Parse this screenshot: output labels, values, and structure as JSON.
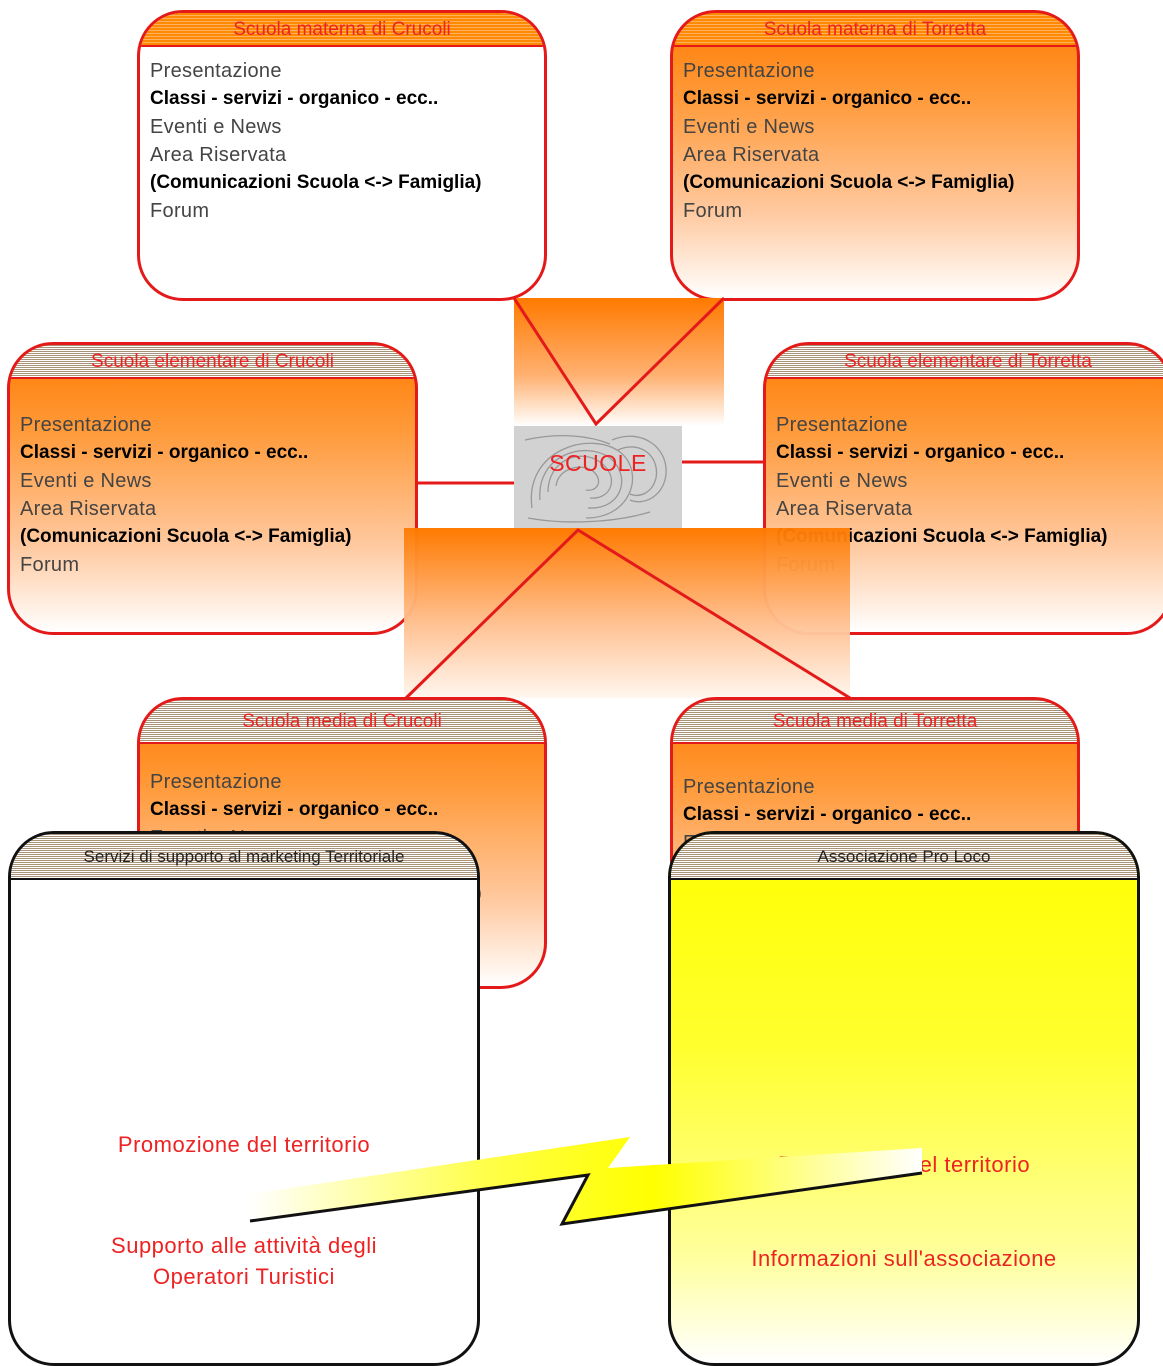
{
  "hub": {
    "label": "SCUOLE"
  },
  "school_items": {
    "presentazione": "Presentazione",
    "classi": "Classi - servizi - organico - ecc..",
    "eventi": "Eventi e News",
    "area": "Area Riservata",
    "comunicazioni": "(Comunicazioni Scuola <-> Famiglia)",
    "forum": "Forum"
  },
  "schools": {
    "materna_crucoli": {
      "title": "Scuola materna di Crucoli"
    },
    "materna_torretta": {
      "title": "Scuola materna di Torretta"
    },
    "elementare_crucoli": {
      "title": "Scuola elementare di Crucoli"
    },
    "elementare_torretta": {
      "title": "Scuola elementare di Torretta"
    },
    "media_crucoli": {
      "title": "Scuola media di Crucoli"
    },
    "media_torretta": {
      "title": "Scuola media di Torretta"
    }
  },
  "marketing": {
    "title": "Servizi di supporto al marketing Territoriale",
    "item1": "Promozione del territorio",
    "item2_line1": "Supporto alle attività degli",
    "item2_line2": "Operatori  Turistici"
  },
  "proloco": {
    "title": "Associazione Pro Loco",
    "item1": "Promozione del territorio",
    "item2": "Informazioni sull'associazione"
  },
  "colors": {
    "accent_red": "#e41a1a",
    "orange": "#ff7a00",
    "yellow": "#ffff00"
  }
}
